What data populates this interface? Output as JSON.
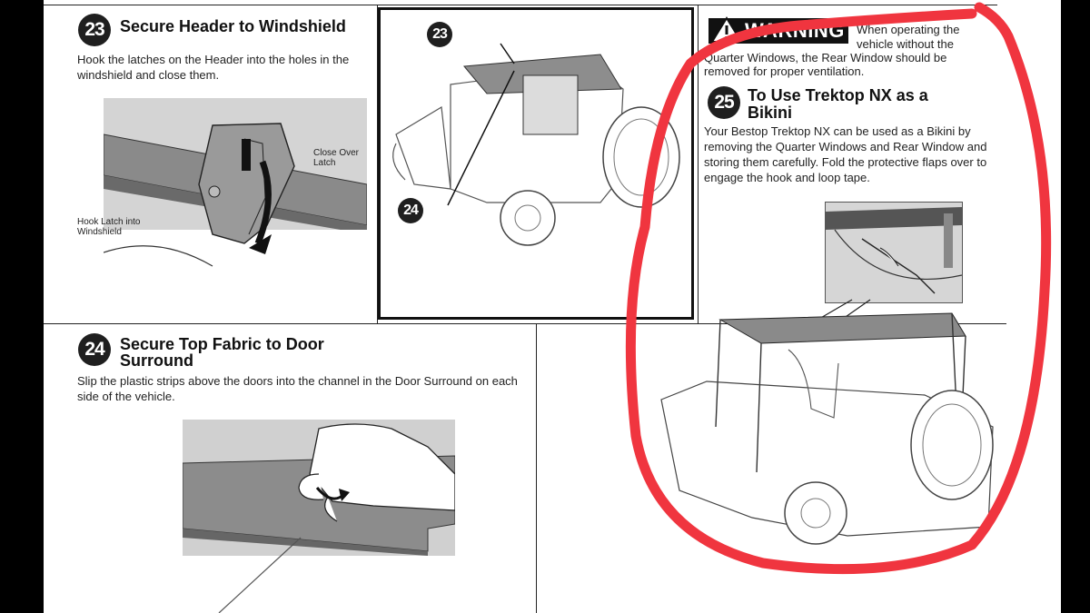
{
  "step23": {
    "number": "23",
    "title": "Secure Header to Windshield",
    "text": "Hook the latches on the Header into the holes in the windshield and close them.",
    "callout_close": "Close Over Latch",
    "callout_hook": "Hook Latch into Windshield"
  },
  "diagram": {
    "marker_a": "23",
    "marker_b": "24"
  },
  "step24": {
    "number": "24",
    "title_line1": "Secure Top Fabric to Door",
    "title_line2": "Surround",
    "text": "Slip the plastic strips above the doors into the channel in the Door Surround on each side of the vehicle."
  },
  "warning": {
    "label": "WARNING",
    "text_line1": "When operating the",
    "text_line2": "vehicle without the",
    "text_line3": "Quarter Windows, the Rear Window should be",
    "text_line4": "removed for proper ventilation."
  },
  "step25": {
    "number": "25",
    "title_line1": "To Use Trektop NX as a",
    "title_line2": "Bikini",
    "text": "Your Bestop Trektop NX can be used as a Bikini by removing the Quarter Windows and Rear Window and storing them carefully. Fold the protective flaps over to engage the hook and loop tape."
  },
  "colors": {
    "annotation": "#f0353f",
    "ink": "#1a1a1a"
  }
}
